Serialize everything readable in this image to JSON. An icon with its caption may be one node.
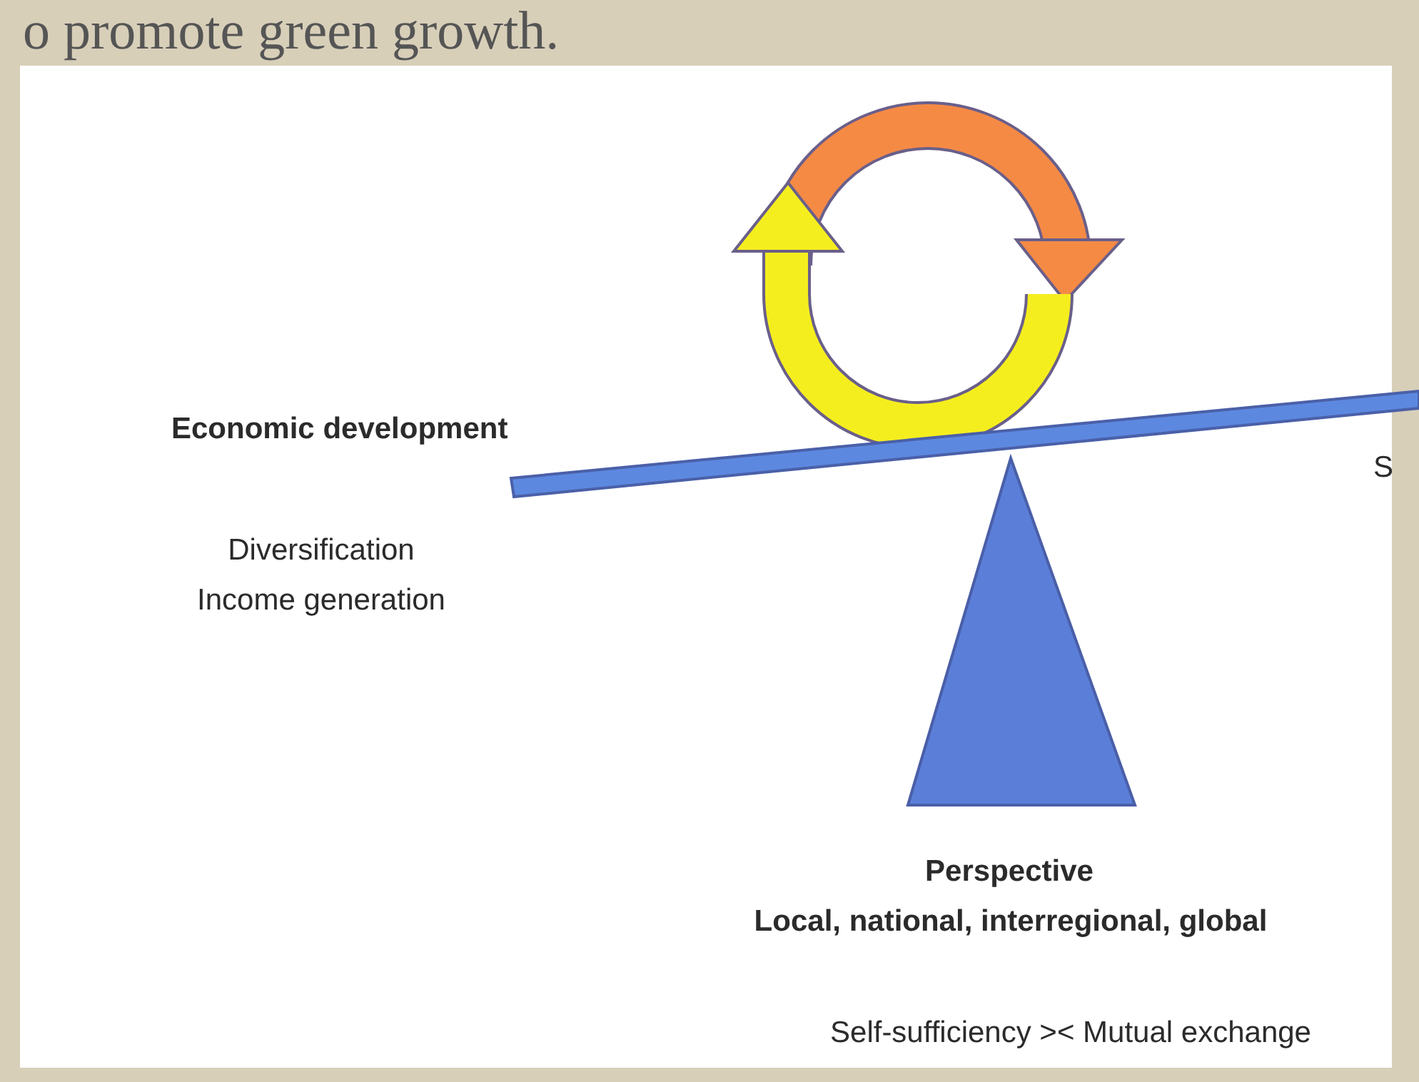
{
  "diagram": {
    "title": "o promote green growth.",
    "labels": [
      "Economic development",
      "Diversification",
      "Income generation",
      "S",
      "Perspective",
      "Local, national, interregional, global",
      "Self-sufficiency >< Mutual exchange"
    ]
  }
}
